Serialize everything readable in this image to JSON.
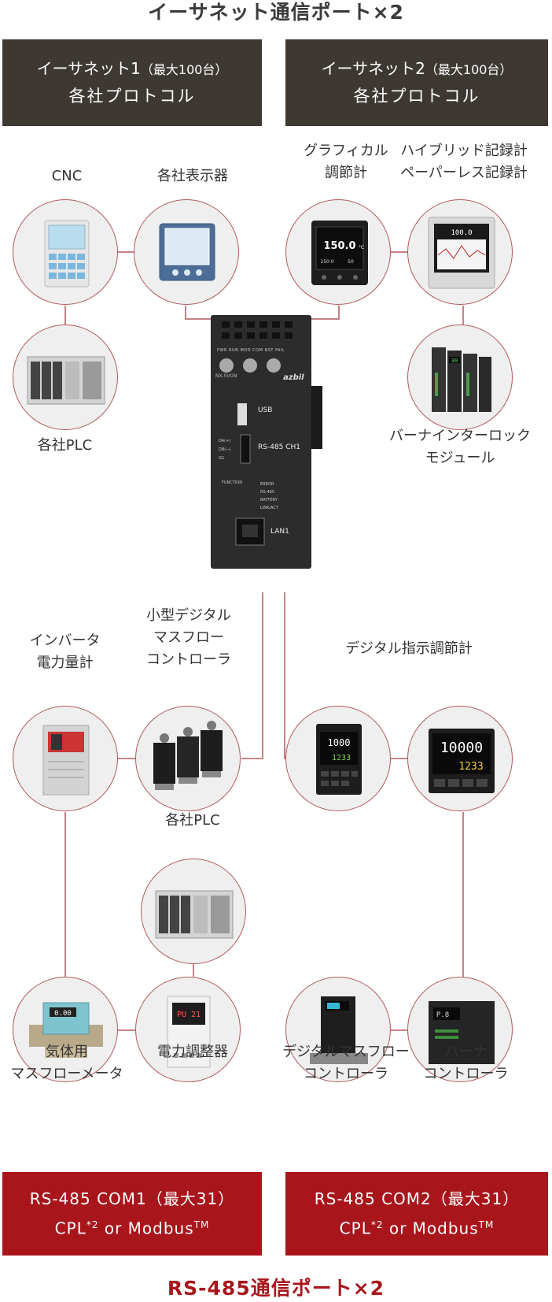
{
  "top_title": "イーサネット通信ポート×2",
  "bottom_title": "RS-485通信ポート×2",
  "ethernet1": {
    "line1_main": "イーサネット1",
    "line1_note": "（最大100台）",
    "line2": "各社プロトコル"
  },
  "ethernet2": {
    "line1_main": "イーサネット2",
    "line1_note": "（最大100台）",
    "line2": "各社プロトコル"
  },
  "com1": {
    "line1": "RS-485 COM1（最大31）",
    "line2_a": "CPL",
    "line2_sup": "*2",
    "line2_b": " or Modbus",
    "line2_tm": "TM"
  },
  "com2": {
    "line1": "RS-485 COM2（最大31）",
    "line2_a": "CPL",
    "line2_sup": "*2",
    "line2_b": " or Modbus",
    "line2_tm": "TM"
  },
  "devices": {
    "cnc": {
      "label": "CNC"
    },
    "display": {
      "label": "各社表示器"
    },
    "plc_top": {
      "label": "各社PLC"
    },
    "graphical": {
      "line1": "グラフィカル",
      "line2": "調節計"
    },
    "hybrid": {
      "line1": "ハイブリッド記録計",
      "line2": "ペーパーレス記録計"
    },
    "burner_interlock": {
      "line1": "バーナインターロック",
      "line2": "モジュール"
    },
    "inverter": {
      "line1": "インバータ",
      "line2": "電力量計"
    },
    "small_mfc": {
      "line1": "小型デジタル",
      "line2": "マスフロー",
      "line3": "コントローラ"
    },
    "digital_indicator": {
      "label": "デジタル指示調節計"
    },
    "plc_bottom": {
      "label": "各社PLC"
    },
    "gas_mfm": {
      "line1": "気体用",
      "line2": "マスフローメータ"
    },
    "power_regulator": {
      "label": "電力調整器"
    },
    "digital_mfc": {
      "line1": "デジタルマスフロー",
      "line2": "コントローラ"
    },
    "burner_controller": {
      "line1": "バーナ",
      "line2": "コントローラ"
    }
  },
  "gateway": {
    "leds": "PWR RUN MOD COM NST FAIL",
    "model": "NX-SVGN",
    "brand": "azbil",
    "usb": "USB",
    "rs485": "RS-485 CH1",
    "pins": [
      "DA(+)",
      "DB(−)",
      "SG"
    ],
    "function": "FUNCTION",
    "status": [
      "ERROR",
      "RS-485",
      "BATTERY",
      "LINK/ACT"
    ],
    "lan": "LAN1"
  },
  "device_screens": {
    "graphical_value": "150.0",
    "graphical_unit": "°C",
    "graphical_sub": "150.0",
    "graphical_sub2": "50",
    "burner_display": "30",
    "indicator_pv": "1000",
    "indicator_sv": "1233",
    "indicator_pv_big": "10000",
    "indicator_sv_big": "1233",
    "regulator_display": "PU",
    "regulator_display2": "21",
    "mfm_display": "0.00",
    "recorder_display": "100.0",
    "burner_ctrl_display": "P.8"
  },
  "colors": {
    "dark_box": "#3e3833",
    "red_box": "#a8161c",
    "line": "#b25a5e"
  }
}
